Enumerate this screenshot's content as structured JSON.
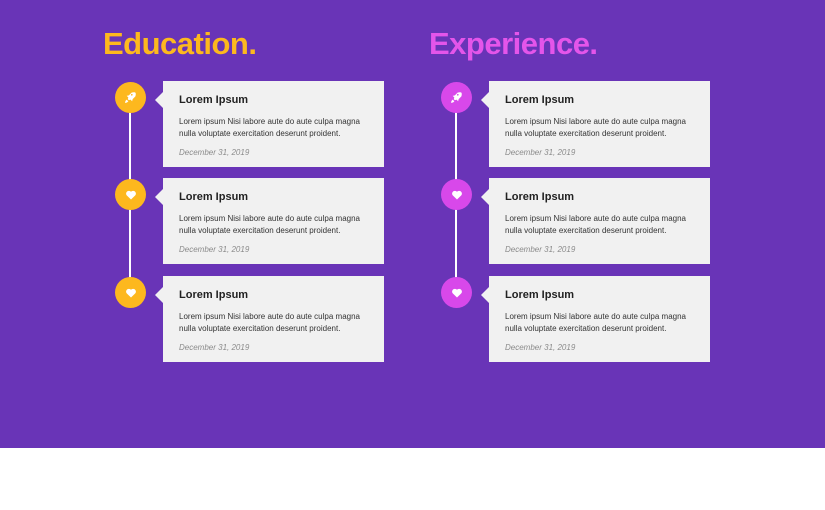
{
  "education": {
    "title": "Education.",
    "accent_color": "#fdb81e",
    "items": [
      {
        "icon": "rocket-icon",
        "title": "Lorem Ipsum",
        "text": "Lorem ipsum Nisi labore aute do aute culpa magna nulla voluptate exercitation deserunt proident.",
        "date": "December 31, 2019"
      },
      {
        "icon": "heart-icon",
        "title": "Lorem Ipsum",
        "text": "Lorem ipsum Nisi labore aute do aute culpa magna nulla voluptate exercitation deserunt proident.",
        "date": "December 31, 2019"
      },
      {
        "icon": "heart-icon",
        "title": "Lorem Ipsum",
        "text": "Lorem ipsum Nisi labore aute do aute culpa magna nulla voluptate exercitation deserunt proident.",
        "date": "December 31, 2019"
      }
    ]
  },
  "experience": {
    "title": "Experience.",
    "accent_color": "#e455ea",
    "items": [
      {
        "icon": "rocket-icon",
        "title": "Lorem Ipsum",
        "text": "Lorem ipsum Nisi labore aute do aute culpa magna nulla voluptate exercitation deserunt proident.",
        "date": "December 31, 2019"
      },
      {
        "icon": "heart-icon",
        "title": "Lorem Ipsum",
        "text": "Lorem ipsum Nisi labore aute do aute culpa magna nulla voluptate exercitation deserunt proident.",
        "date": "December 31, 2019"
      },
      {
        "icon": "heart-icon",
        "title": "Lorem Ipsum",
        "text": "Lorem ipsum Nisi labore aute do aute culpa magna nulla voluptate exercitation deserunt proident.",
        "date": "December 31, 2019"
      }
    ]
  },
  "colors": {
    "background": "#6934b7",
    "card": "#f1f1f1"
  }
}
